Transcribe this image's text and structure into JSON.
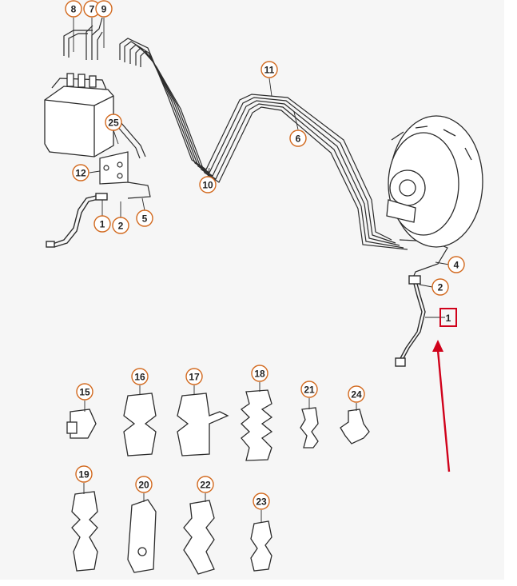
{
  "colors": {
    "background": "#f6f6f6",
    "line_art": "#2b2b2b",
    "callout_ring": "#d2691e",
    "highlight": "#d0021b"
  },
  "callouts": {
    "c8": "8",
    "c7": "7",
    "c9": "9",
    "c25": "25",
    "c12": "12",
    "c1a": "1",
    "c2a": "2",
    "c5": "5",
    "c10": "10",
    "c11": "11",
    "c6": "6",
    "c4": "4",
    "c2b": "2",
    "c1b": "1",
    "c15": "15",
    "c16": "16",
    "c17": "17",
    "c18": "18",
    "c21": "21",
    "c24": "24",
    "c19": "19",
    "c20": "20",
    "c22": "22",
    "c23": "23"
  },
  "highlighted_part": "1"
}
